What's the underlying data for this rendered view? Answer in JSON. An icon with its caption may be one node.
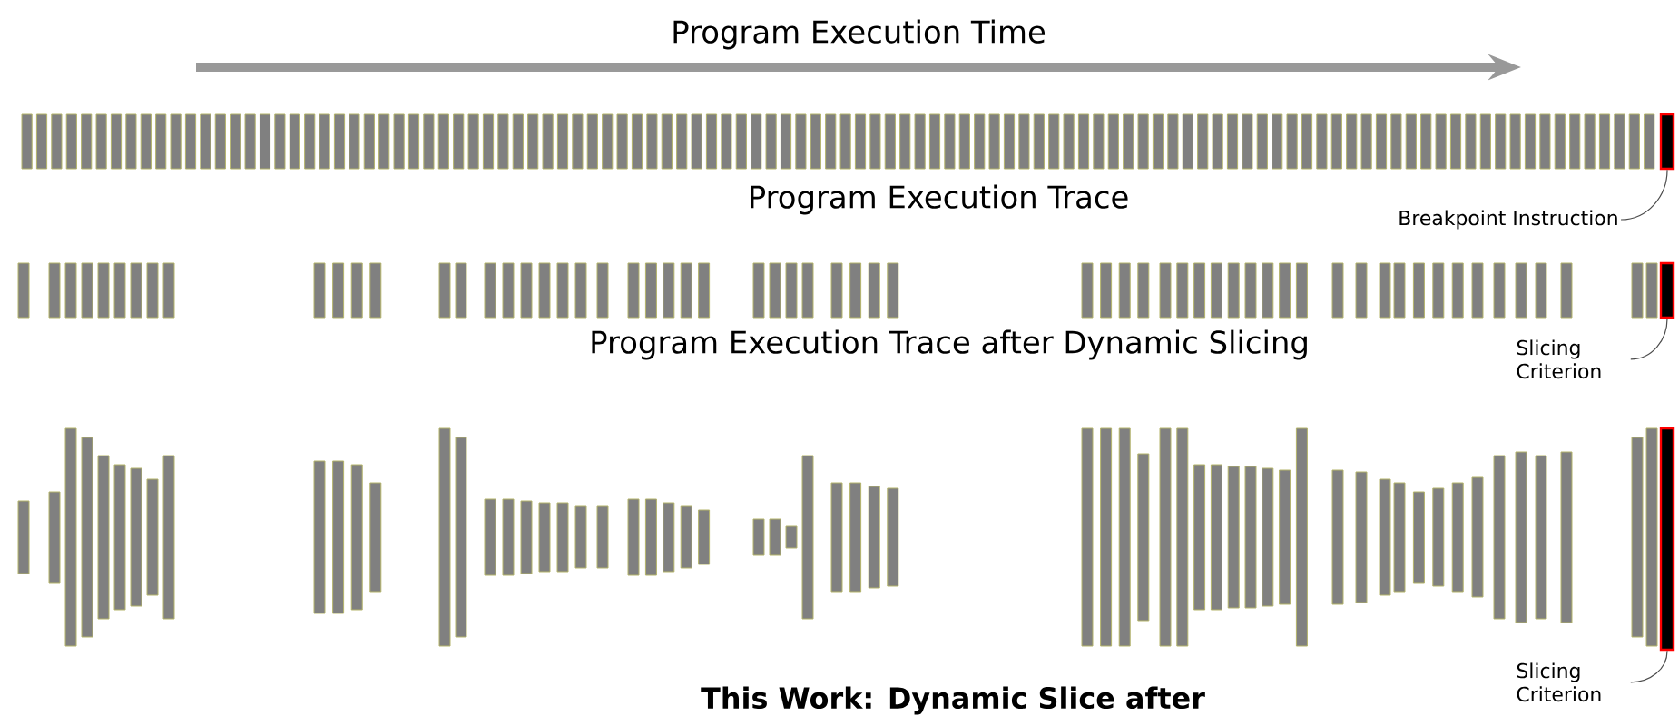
{
  "diagram": {
    "nodes": [
      {
        "text": [],
        "shape": "bar"
      },
      {
        "text": [
          "Breakpoint Instruction"
        ]
      },
      {
        "text": [],
        "shape": "bar"
      },
      {
        "text": [
          "Slicing Criterion"
        ]
      },
      {
        "text": [],
        "shape": "bar"
      },
      {
        "text": [
          "Slicing Criterion"
        ]
      }
    ],
    "edges": [
      {
        "from": 1,
        "to": 0,
        "arrow": "none"
      },
      {
        "from": 3,
        "to": 2,
        "arrow": "none"
      },
      {
        "from": 5,
        "to": 4,
        "arrow": "none"
      }
    ],
    "labels": [
      "Program Execution Time",
      "Program Execution Trace",
      "Program Execution Trace after Dynamic Slicing",
      "This Work: Dynamic Slice after"
    ]
  }
}
